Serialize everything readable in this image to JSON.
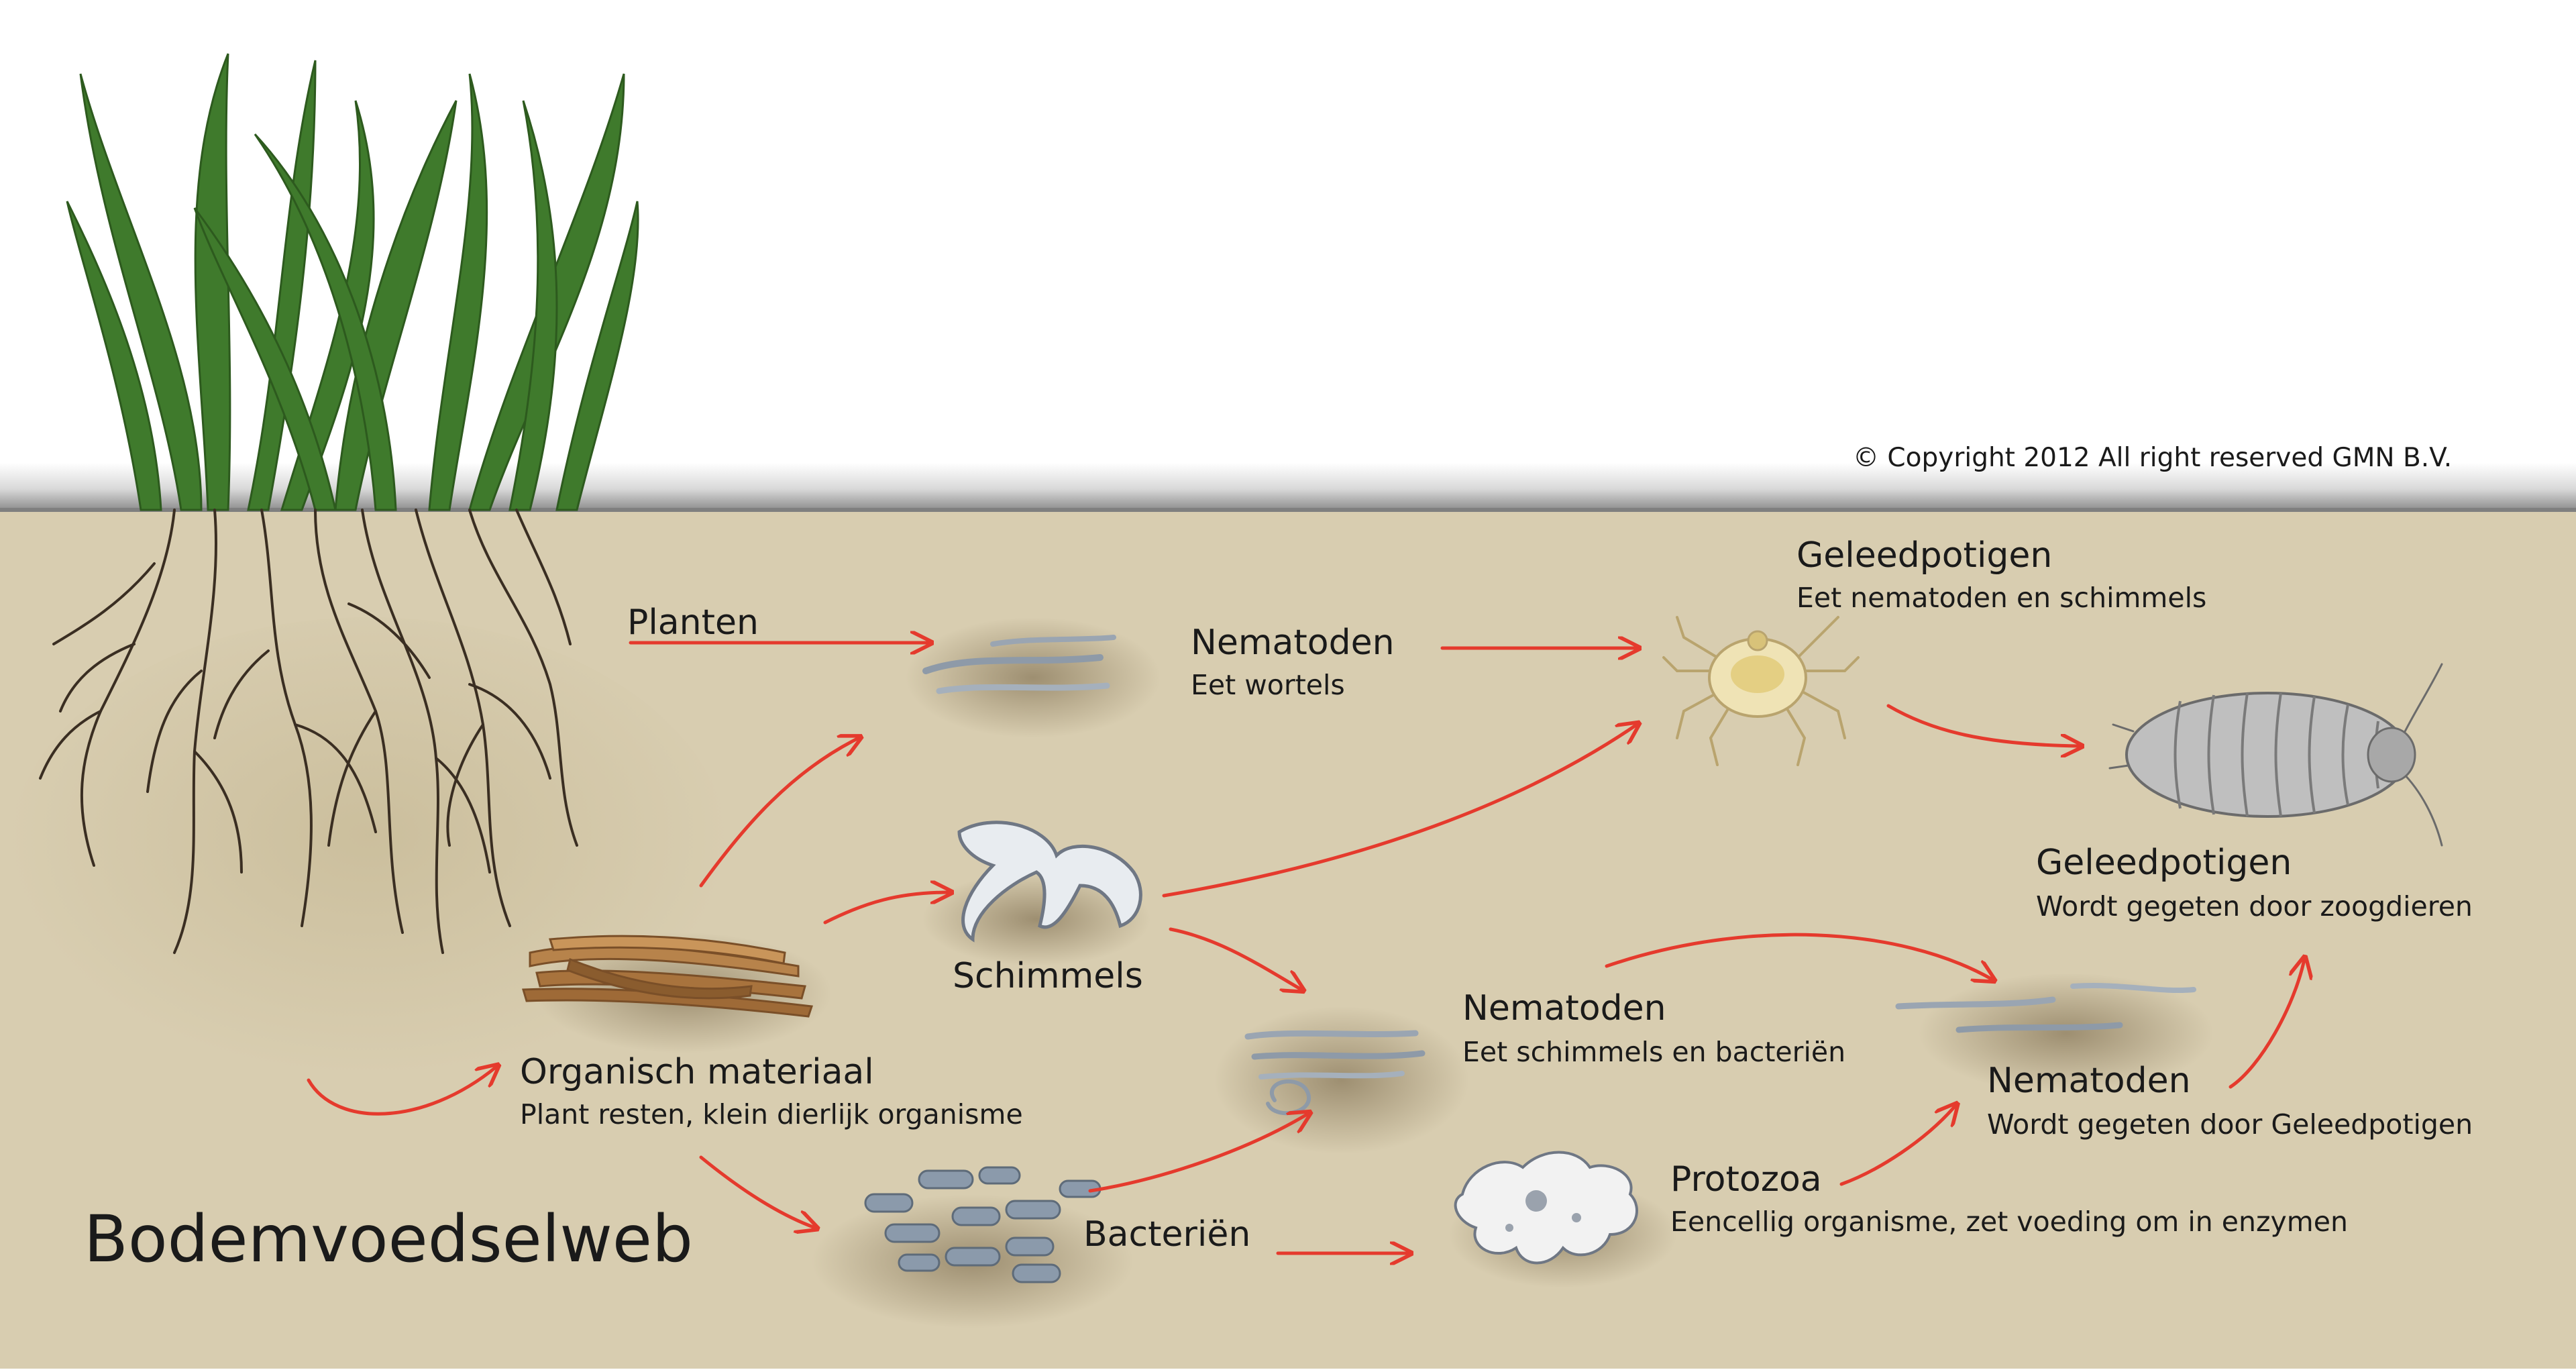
{
  "copyright": "© Copyright 2012 All right reserved GMN B.V.",
  "title": "Bodemvoedselweb",
  "nodes": {
    "planten": {
      "title": "Planten"
    },
    "organisch": {
      "title": "Organisch materiaal",
      "sub": "Plant resten, klein dierlijk organisme"
    },
    "nematoden_wortels": {
      "title": "Nematoden",
      "sub": "Eet wortels"
    },
    "schimmels": {
      "title": "Schimmels"
    },
    "bacterien": {
      "title": "Bacteriën"
    },
    "nematoden_schimmels": {
      "title": "Nematoden",
      "sub": "Eet schimmels en bacteriën"
    },
    "protozoa": {
      "title": "Protozoa",
      "sub": "Eencellig organisme, zet voeding om in enzymen"
    },
    "geleedpotigen_mijt": {
      "title": "Geleedpotigen",
      "sub": "Eet nematoden en schimmels"
    },
    "geleedpotigen_pissebed": {
      "title": "Geleedpotigen",
      "sub": "Wordt gegeten door zoogdieren"
    },
    "nematoden_gegeten": {
      "title": "Nematoden",
      "sub": "Wordt gegeten door Geleedpotigen"
    }
  },
  "colors": {
    "soil": "#d8cdb0",
    "sky": "#ffffff",
    "arrow": "#e53a2d",
    "grass": "#3f7a2c",
    "roots": "#3a2e22"
  },
  "icons": [
    "grass-icon",
    "root-icon",
    "organic-matter-icon",
    "nematode-icon",
    "fungus-icon",
    "bacteria-icon",
    "protozoa-icon",
    "mite-icon",
    "woodlouse-icon"
  ]
}
